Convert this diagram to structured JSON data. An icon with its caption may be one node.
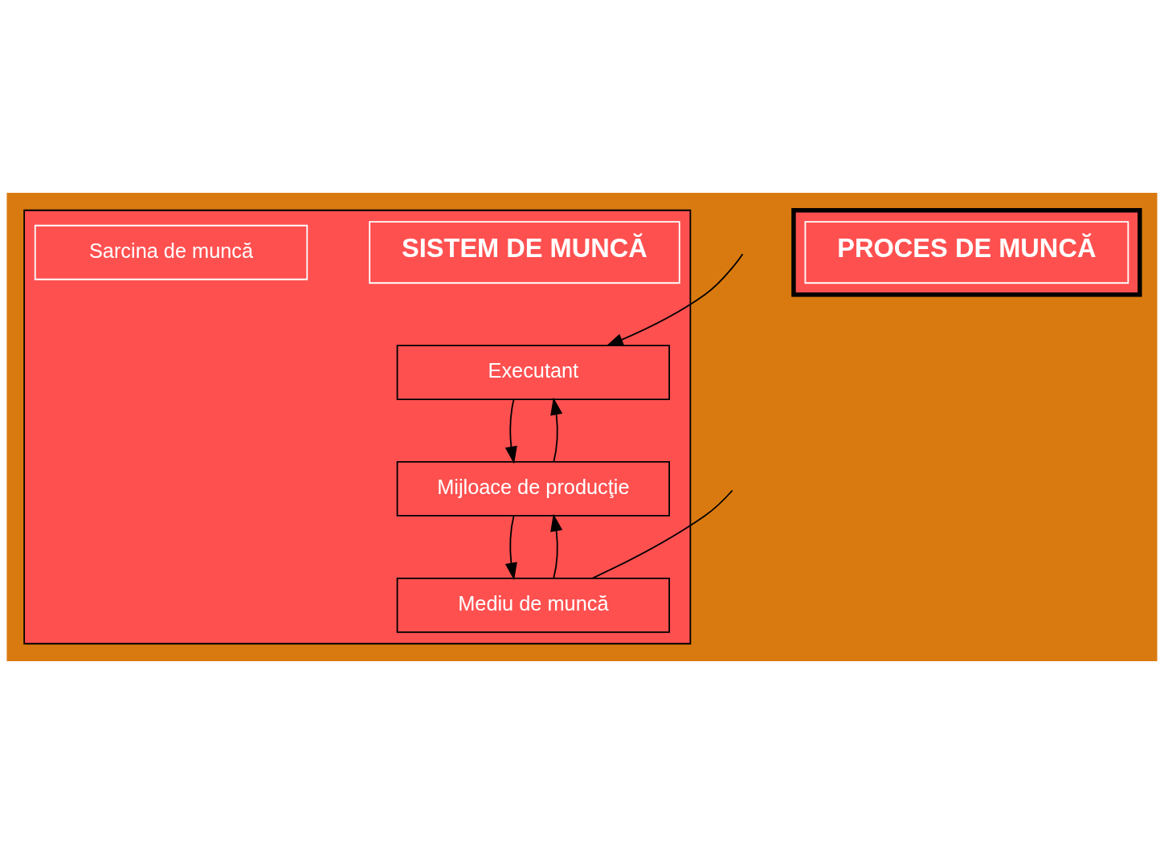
{
  "diagram": {
    "nodes": [
      {
        "text": [],
        "shape": "box"
      },
      {
        "text": [
          "SISTEM DE MUNCĂ"
        ],
        "in": 0
      },
      {
        "text": [
          "Executant"
        ],
        "in": 0
      },
      {
        "text": [
          "Mijloace de producţie"
        ],
        "in": 0
      },
      {
        "text": [
          "Sarcina de muncă"
        ],
        "in": 0
      },
      {
        "text": [
          "Mediu de muncă"
        ],
        "in": 0
      },
      {
        "text": [],
        "shape": "arrow"
      },
      {
        "text": [
          "PROCES DE MUNCĂ"
        ],
        "in": 6
      }
    ],
    "edges": [
      {
        "from": null,
        "to": 2,
        "arrow": "to"
      },
      {
        "from": 2,
        "to": 3,
        "arrow": "to"
      },
      {
        "from": 3,
        "to": 2,
        "arrow": "to"
      },
      {
        "from": 5,
        "to": 3,
        "arrow": "to"
      },
      {
        "from": 3,
        "to": 5,
        "arrow": "to"
      },
      {
        "from": null,
        "to": 5,
        "arrow": "none"
      }
    ]
  }
}
